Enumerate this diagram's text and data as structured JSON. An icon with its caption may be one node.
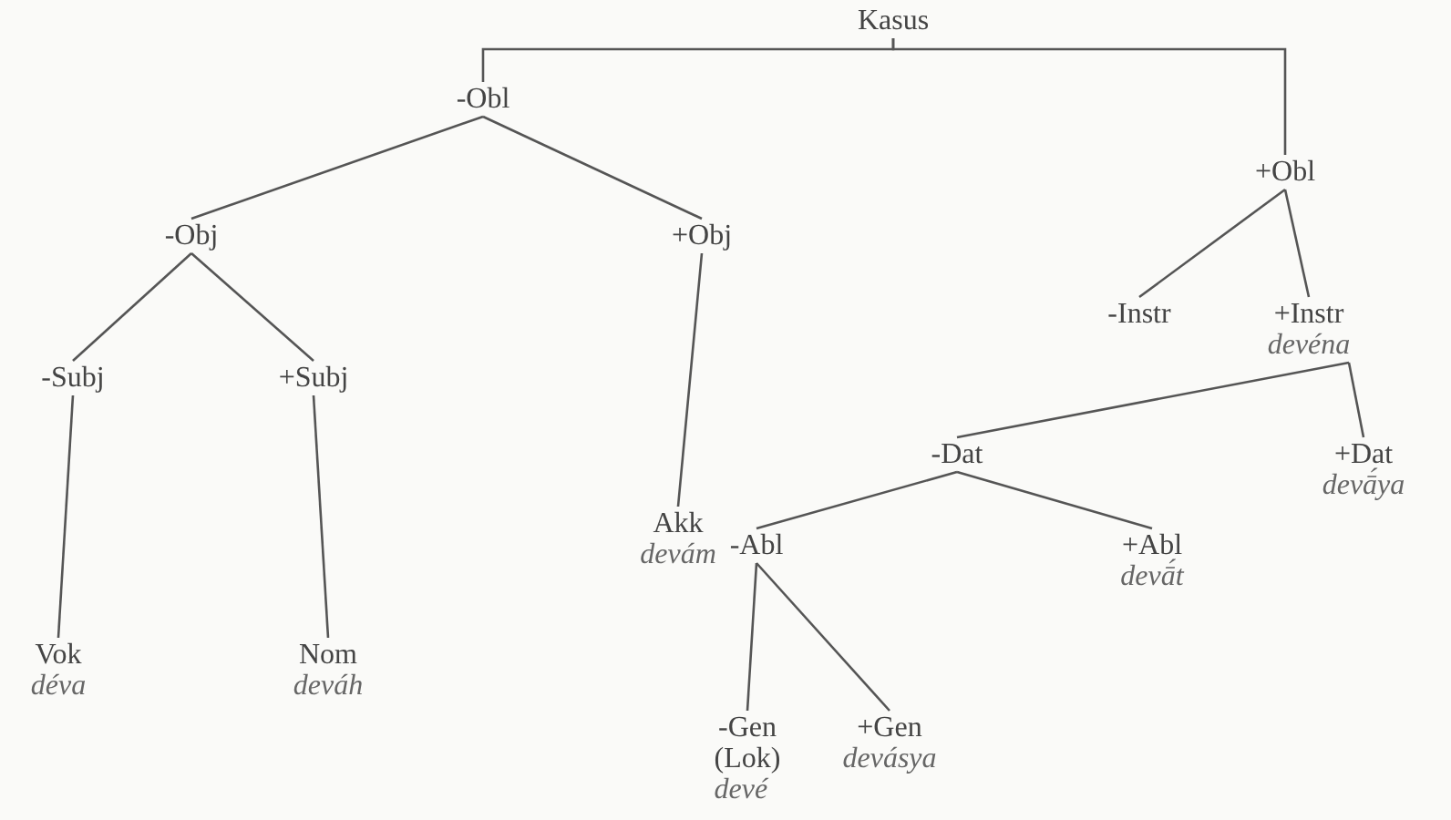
{
  "diagram": {
    "nodes": [
      {
        "text": [
          "Kasus"
        ]
      },
      {
        "text": [
          "-Obl"
        ]
      },
      {
        "text": [
          "+Obl"
        ]
      },
      {
        "text": [
          "-Obj"
        ]
      },
      {
        "text": [
          "+Obj"
        ]
      },
      {
        "text": [
          "-Instr"
        ]
      },
      {
        "text": [
          "+Instr",
          "devéna"
        ]
      },
      {
        "text": [
          "-Subj"
        ]
      },
      {
        "text": [
          "+Subj"
        ]
      },
      {
        "text": [
          "-Dat"
        ]
      },
      {
        "text": [
          "+Dat",
          "devā́ya"
        ]
      },
      {
        "text": [
          "Akk",
          "devám"
        ]
      },
      {
        "text": [
          "-Abl"
        ]
      },
      {
        "text": [
          "+Abl",
          "devā́t"
        ]
      },
      {
        "text": [
          "Vok",
          "déva"
        ]
      },
      {
        "text": [
          "Nom",
          "deváh"
        ]
      },
      {
        "text": [
          "-Gen",
          "(Lok)",
          "devé"
        ]
      },
      {
        "text": [
          "+Gen",
          "devásya"
        ]
      }
    ],
    "edges": [
      {
        "from": 0,
        "to": 1,
        "arrow": "none"
      },
      {
        "from": 0,
        "to": 2,
        "arrow": "none"
      },
      {
        "from": 1,
        "to": 3,
        "arrow": "none"
      },
      {
        "from": 1,
        "to": 4,
        "arrow": "none"
      },
      {
        "from": 3,
        "to": 7,
        "arrow": "none"
      },
      {
        "from": 3,
        "to": 8,
        "arrow": "none"
      },
      {
        "from": 7,
        "to": 14,
        "arrow": "none"
      },
      {
        "from": 8,
        "to": 15,
        "arrow": "none"
      },
      {
        "from": 4,
        "to": 11,
        "arrow": "none"
      },
      {
        "from": 2,
        "to": 5,
        "arrow": "none"
      },
      {
        "from": 2,
        "to": 6,
        "arrow": "none"
      },
      {
        "from": 6,
        "to": 9,
        "arrow": "none"
      },
      {
        "from": 6,
        "to": 10,
        "arrow": "none"
      },
      {
        "from": 9,
        "to": 12,
        "arrow": "none"
      },
      {
        "from": 9,
        "to": 13,
        "arrow": "none"
      },
      {
        "from": 12,
        "to": 16,
        "arrow": "none"
      },
      {
        "from": 12,
        "to": 17,
        "arrow": "none"
      }
    ]
  }
}
